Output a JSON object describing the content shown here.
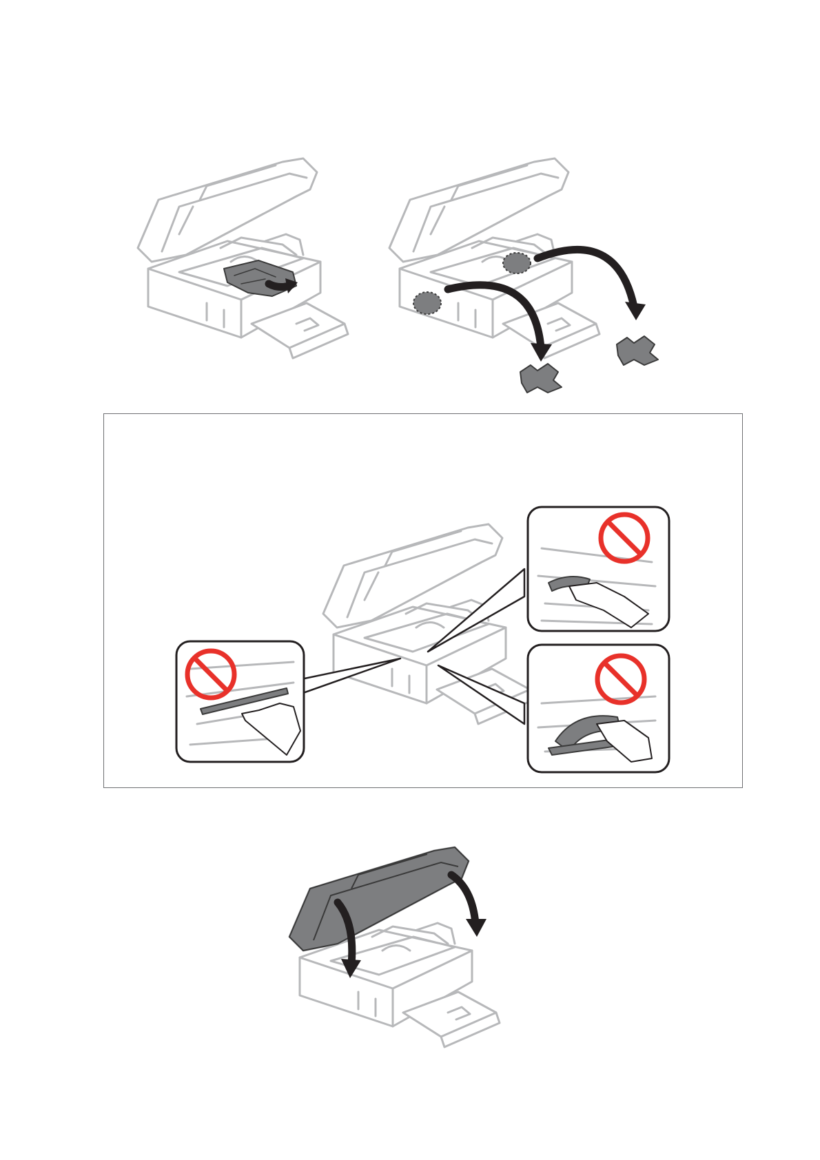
{
  "figures": [
    {
      "name": "pull-jammed-paper",
      "icon": "printer-open-scanner-paper-jam"
    },
    {
      "name": "remove-torn-pieces",
      "icon": "printer-torn-paper-pieces"
    },
    {
      "name": "do-not-touch-parts",
      "icon": "prohibited-touch-callouts"
    },
    {
      "name": "close-scanner-unit",
      "icon": "printer-close-scanner"
    }
  ],
  "colors": {
    "printer_outline": "#b7b8ba",
    "arrow": "#231f20",
    "prohibition": "#e8312a",
    "paper": "#7d7e80",
    "scanner_highlight": "#7d7e80",
    "box_border": "#6d6e71"
  }
}
